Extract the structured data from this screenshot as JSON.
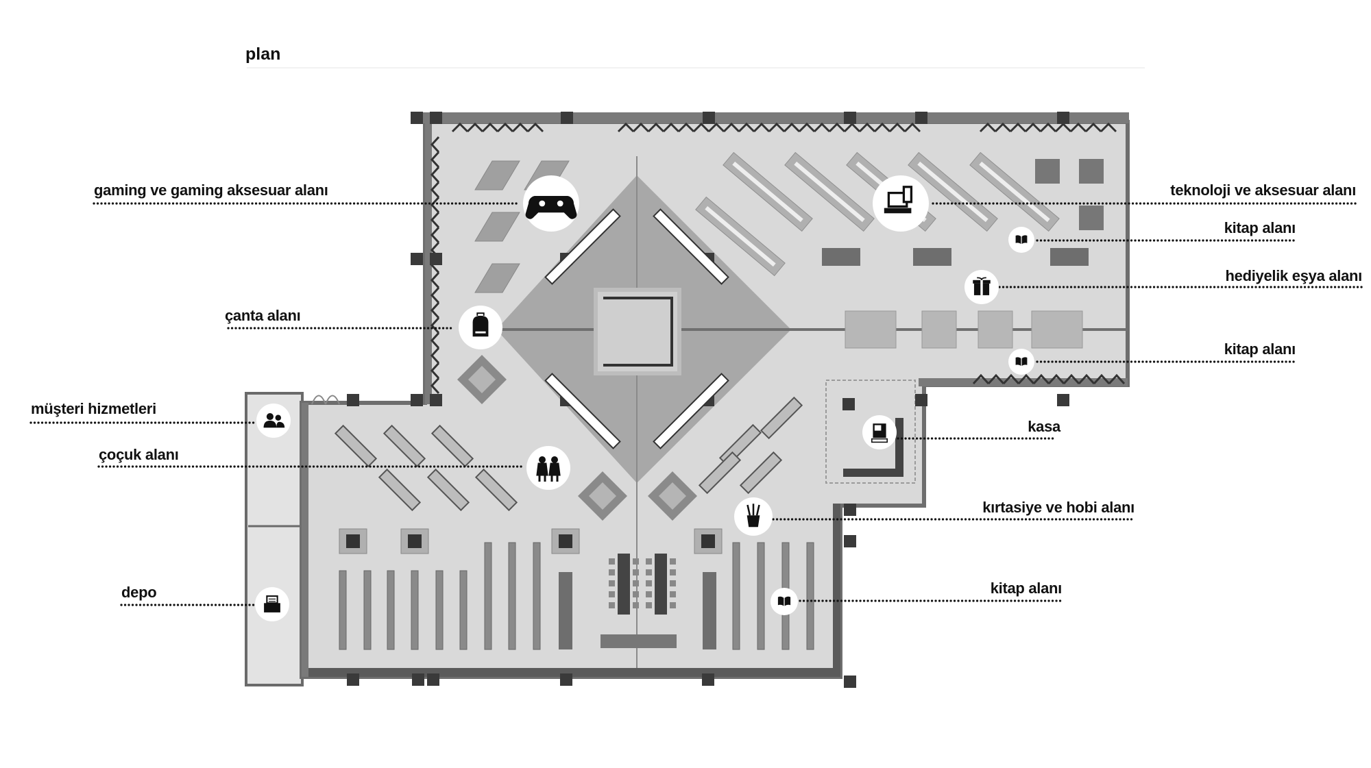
{
  "title": "plan",
  "labels": {
    "gaming": {
      "text": "gaming ve gaming aksesuar alanı",
      "icon": "gamepad-icon"
    },
    "canta": {
      "text": "çanta alanı",
      "icon": "backpack-icon"
    },
    "musteri": {
      "text": "müşteri hizmetleri",
      "icon": "people-icon"
    },
    "cocuk": {
      "text": "çoçuk alanı",
      "icon": "children-icon"
    },
    "depo": {
      "text": "depo",
      "icon": "typewriter-icon"
    },
    "teknoloji": {
      "text": "teknoloji ve aksesuar alanı",
      "icon": "laptop-phone-icon"
    },
    "kitap1": {
      "text": "kitap alanı",
      "icon": "book-icon"
    },
    "hediyelik": {
      "text": "hediyelik eşya alanı",
      "icon": "gift-icon"
    },
    "kitap2": {
      "text": "kitap alanı",
      "icon": "book-icon"
    },
    "kasa": {
      "text": "kasa",
      "icon": "cash-register-icon"
    },
    "kirtasiye": {
      "text": "kırtasiye ve hobi alanı",
      "icon": "pencil-cup-icon"
    },
    "kitap3": {
      "text": "kitap alanı",
      "icon": "book-icon"
    }
  },
  "colors": {
    "floor": "#d9d9d9",
    "wall": "#6e6e6e",
    "diamond": "#a8a8a8",
    "column": "#3a3a3a",
    "ink": "#111111"
  }
}
